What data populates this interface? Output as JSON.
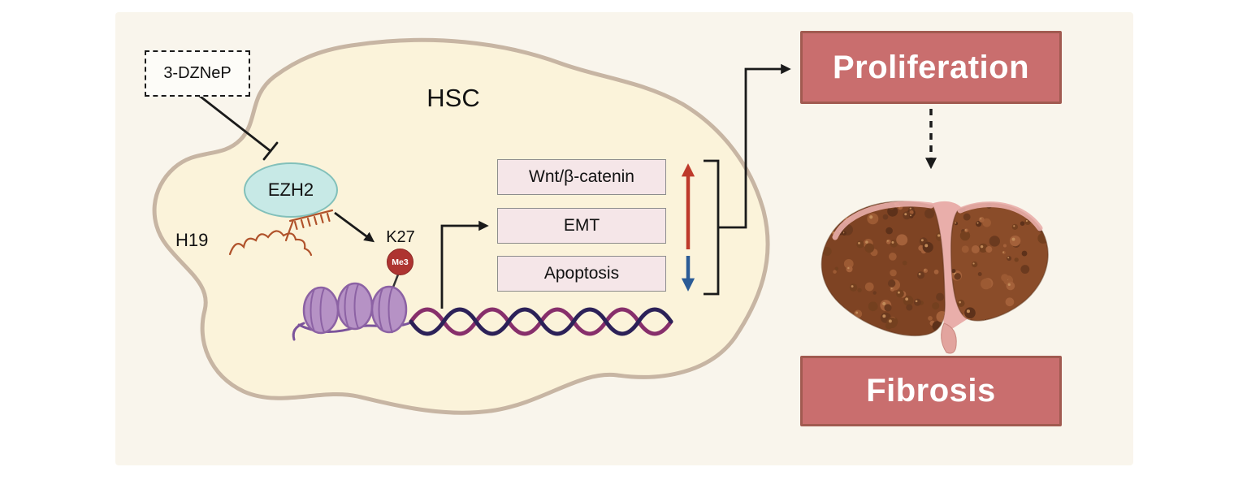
{
  "figure": {
    "inhibitor": {
      "label": "3-DZNeP"
    },
    "cell": {
      "label": "HSC"
    },
    "enzyme": {
      "label": "EZH2"
    },
    "rna": {
      "label": "H19"
    },
    "histone": {
      "site_label": "K27",
      "methyl_label": "Me3"
    },
    "pathways": {
      "items": [
        {
          "label": "Wnt/β-catenin",
          "regulation": "up"
        },
        {
          "label": "EMT",
          "regulation": "up"
        },
        {
          "label": "Apoptosis",
          "regulation": "down"
        }
      ]
    },
    "outcomes": {
      "primary": "Proliferation",
      "secondary": "Fibrosis"
    },
    "colors": {
      "panel_bg": "#f9f5ec",
      "cell_fill": "#fbf3da",
      "cell_stroke": "#c7b5a3",
      "enzyme_fill": "#c7e9e6",
      "enzyme_stroke": "#82c0ba",
      "methyl_fill": "#ae3431",
      "pathway_box_fill": "#f5e6e8",
      "pathway_box_stroke": "#8d8d8d",
      "outcome_fill": "#c96e6e",
      "outcome_stroke": "#a15a50",
      "up_arrow": "#be3a2b",
      "down_arrow": "#2b5b96",
      "rna_color": "#b0522b",
      "histone_fill": "#b692c5",
      "histone_stroke": "#8c62a4",
      "dna_strand_dark": "#2c2158",
      "dna_strand_magenta": "#872f6b",
      "liver_left_fill": "#7e4323",
      "liver_right_fill": "#8a4c29",
      "liver_pink": "#e9aeaa",
      "line_color": "#1a1a1a"
    }
  }
}
